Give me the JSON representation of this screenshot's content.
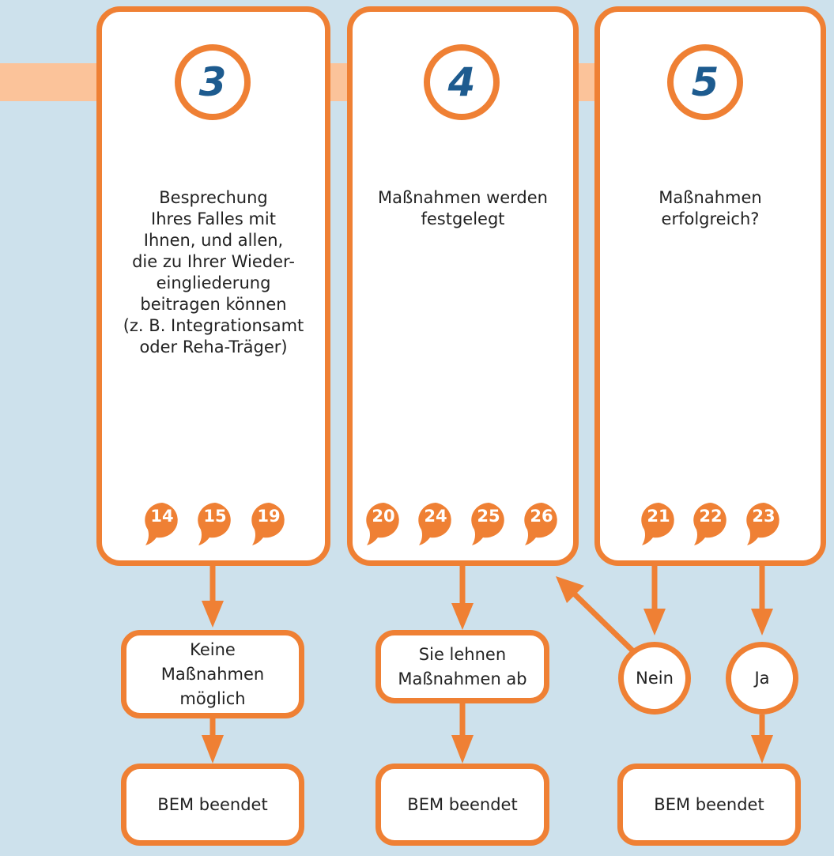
{
  "colors": {
    "background": "#cde1ec",
    "orange": "#ef8034",
    "peach": "#fbc39a",
    "number_blue": "#1d5b8f"
  },
  "steps": [
    {
      "number": "3",
      "text": "Besprechung\nIhres Falles mit\nIhnen, und allen,\ndie zu Ihrer Wieder-\neingliederung\nbeitragen können\n(z. B. Integrationsamt\noder Reha-Träger)",
      "refs": [
        "14",
        "15",
        "19"
      ]
    },
    {
      "number": "4",
      "text": "Maßnahmen werden\nfestgelegt",
      "refs": [
        "20",
        "24",
        "25",
        "26"
      ]
    },
    {
      "number": "5",
      "text": "Maßnahmen\nerfolgreich?",
      "refs": [
        "21",
        "22",
        "23"
      ]
    }
  ],
  "outcomes": {
    "no_measures": "Keine\nMaßnahmen\nmöglich",
    "you_reject": "Sie lehnen\nMaßnahmen ab",
    "answer_no": "Nein",
    "answer_yes": "Ja",
    "end_1": "BEM beendet",
    "end_2": "BEM beendet",
    "end_3": "BEM beendet"
  }
}
